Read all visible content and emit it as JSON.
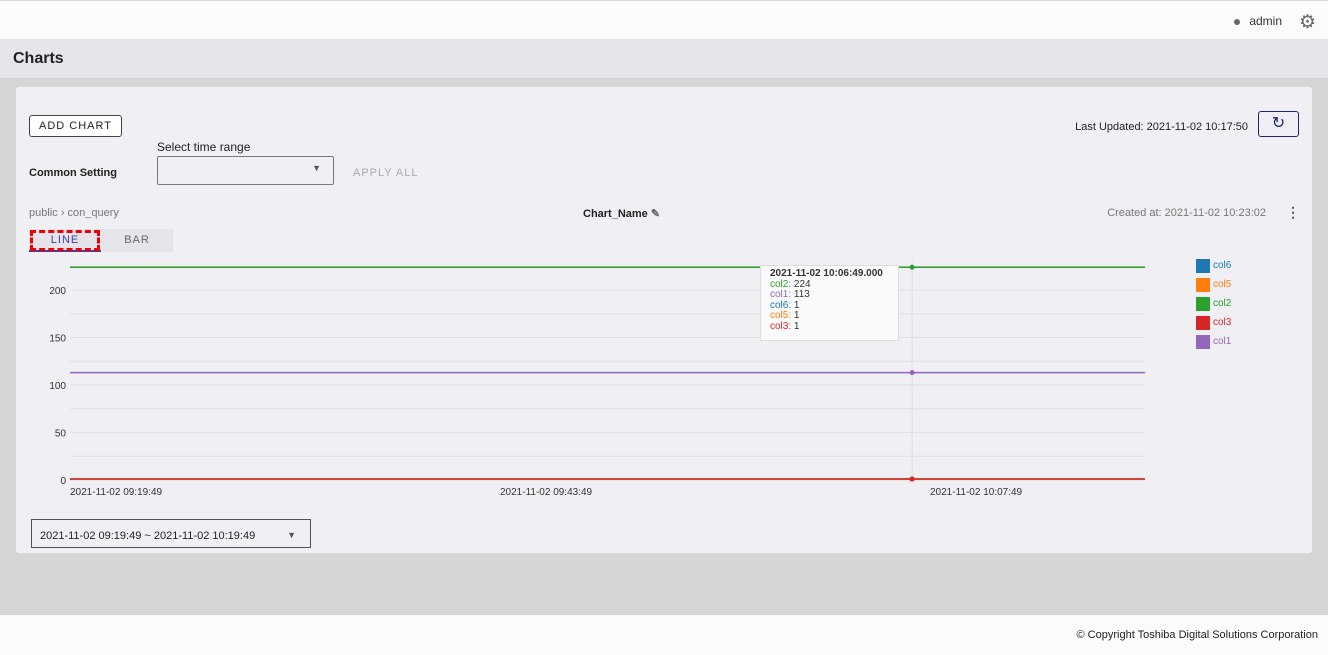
{
  "header": {
    "user": "admin"
  },
  "page_title": "Charts",
  "toolbar": {
    "add_chart": "ADD CHART",
    "last_updated": "Last Updated: 2021-11-02 10:17:50",
    "common_setting": "Common Setting",
    "time_range_label": "Select time range",
    "time_range_value": "",
    "apply_all": "APPLY ALL"
  },
  "chart_header": {
    "schema": "public",
    "query": "con_query",
    "name": "Chart_Name",
    "created": "Created at: 2021-11-02 10:23:02"
  },
  "tabs": [
    "LINE",
    "BAR"
  ],
  "range_select": "2021-11-02 09:19:49 ~ 2021-11-02 10:19:49",
  "footer": "© Copyright Toshiba Digital Solutions Corporation",
  "chart_data": {
    "type": "line",
    "x_range": [
      "2021-11-02 09:19:49",
      "2021-11-02 10:19:49"
    ],
    "x_ticks": [
      "2021-11-02 09:19:49",
      "2021-11-02 09:43:49",
      "2021-11-02 10:07:49"
    ],
    "y_ticks": [
      0,
      50,
      100,
      150,
      200
    ],
    "ylim": [
      0,
      230
    ],
    "series": [
      {
        "name": "col6",
        "color": "#1f77b4",
        "value": 1
      },
      {
        "name": "col5",
        "color": "#ff7f0e",
        "value": 1
      },
      {
        "name": "col2",
        "color": "#2ca02c",
        "value": 224
      },
      {
        "name": "col3",
        "color": "#d62728",
        "value": 1
      },
      {
        "name": "col1",
        "color": "#9467bd",
        "value": 113
      }
    ],
    "tooltip": {
      "time": "2021-11-02 10:06:49.000",
      "hover_minute": 47,
      "rows": [
        {
          "name": "col2",
          "value": "224",
          "color": "#2ca02c"
        },
        {
          "name": "col1",
          "value": "113",
          "color": "#9467bd"
        },
        {
          "name": "col6",
          "value": "1",
          "color": "#1f77b4"
        },
        {
          "name": "col5",
          "value": "1",
          "color": "#ff7f0e"
        },
        {
          "name": "col3",
          "value": "1",
          "color": "#d62728"
        }
      ]
    }
  }
}
